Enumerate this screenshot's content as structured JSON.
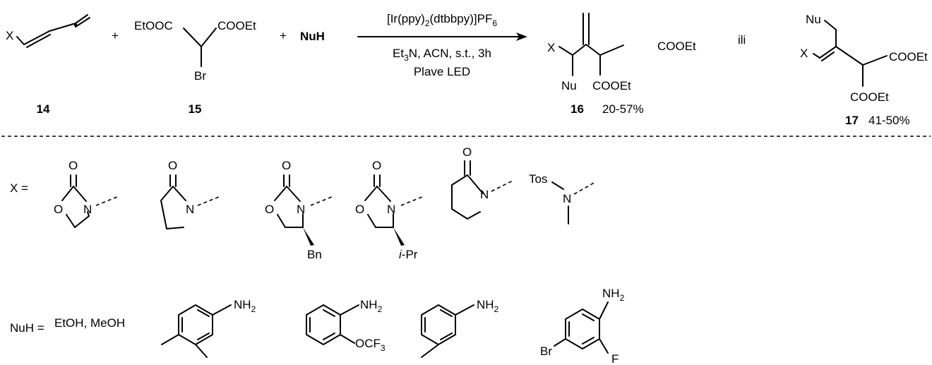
{
  "reaction": {
    "plus": "+",
    "or_word": "ili",
    "reactant1": {
      "x_label": "X",
      "number": "14"
    },
    "reactant2": {
      "left_ester": "EtOOC",
      "right_ester": "COOEt",
      "bromo": "Br",
      "number": "15"
    },
    "nucleophile": "NuH",
    "conditions": {
      "catalyst": "[Ir(ppy)2(dtbbpy)]PF6",
      "line2": "Et3N, ACN, s.t., 3h",
      "line3": "Plave LED"
    },
    "product16": {
      "x_label": "X",
      "nu_label": "Nu",
      "ester_top": "COOEt",
      "ester_bottom": "COOEt",
      "number": "16",
      "yield": "20-57%"
    },
    "product17": {
      "nu_label": "Nu",
      "x_label": "X",
      "ester_top": "COOEt",
      "ester_bottom": "COOEt",
      "number": "17",
      "yield": "41-50%"
    }
  },
  "x_groups": {
    "label": "X =",
    "structures": [
      {
        "name": "oxazolidinone",
        "atoms": [
          "O",
          "O",
          "N"
        ]
      },
      {
        "name": "pyrrolidinone",
        "atoms": [
          "O",
          "N"
        ]
      },
      {
        "name": "4-benzyl-oxazolidinone",
        "atoms": [
          "O",
          "O",
          "N"
        ],
        "substituent": "Bn"
      },
      {
        "name": "4-isopropyl-oxazolidinone",
        "atoms": [
          "O",
          "O",
          "N"
        ],
        "substituent_italic": "i",
        "substituent": "-Pr"
      },
      {
        "name": "piperidinone",
        "atoms": [
          "O",
          "N"
        ]
      },
      {
        "name": "N-methyl-tosylamide",
        "atoms": [
          "Tos",
          "N"
        ]
      }
    ]
  },
  "nu_groups": {
    "label": "NuH =",
    "alcohols": "EtOH, MeOH",
    "amine": "NH2",
    "aniline_ocf3": "OCF3",
    "aniline_bromo": "Br",
    "aniline_fluoro": "F"
  }
}
